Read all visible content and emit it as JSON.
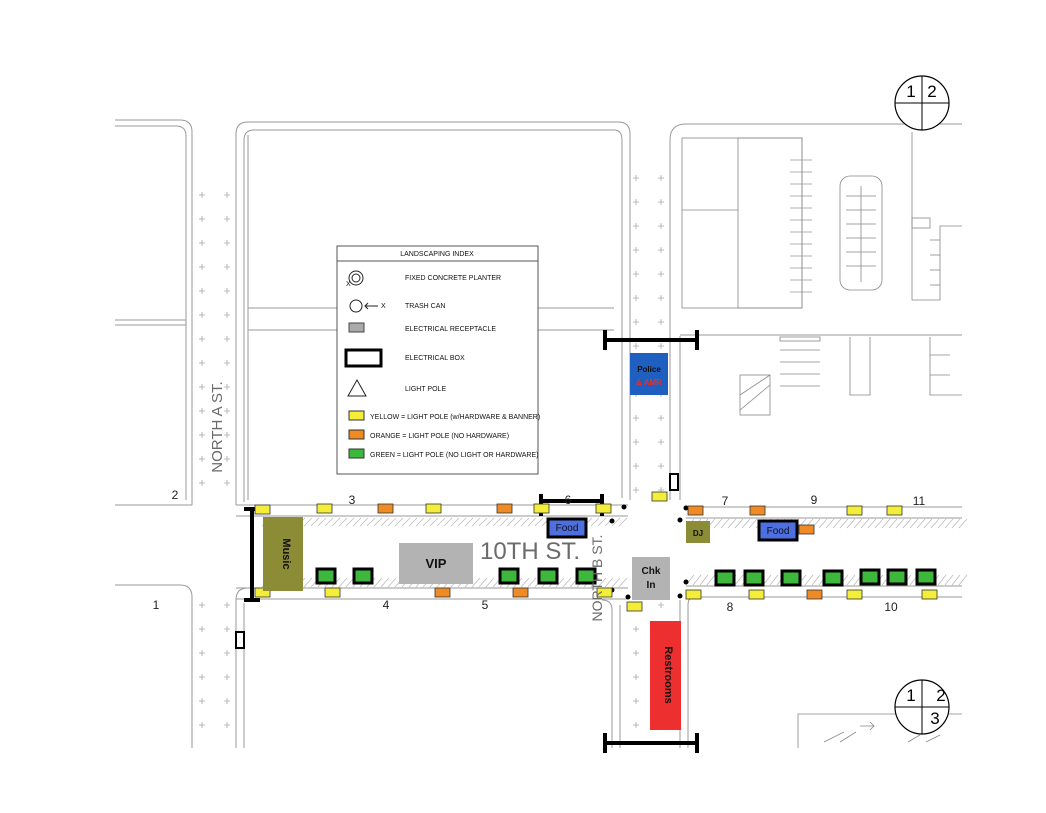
{
  "streets": {
    "north_a": "NORTH A ST.",
    "tenth": "10TH ST.",
    "north_b": "NORTH B ST."
  },
  "legend": {
    "title": "LANDSCAPING INDEX",
    "planter": "FIXED CONCRETE PLANTER",
    "trash": "TRASH CAN",
    "receptacle": "ELECTRICAL RECEPTACLE",
    "box": "ELECTRICAL BOX",
    "pole": "LIGHT POLE",
    "yellow": "YELLOW = LIGHT POLE (w/HARDWARE & BANNER)",
    "orange": "ORANGE = LIGHT POLE (NO HARDWARE)",
    "green": "GREEN = LIGHT POLE (NO LIGHT OR HARDWARE)",
    "x_mark": "X",
    "colors": {
      "yellow": "#f4ee3a",
      "orange": "#f08a24",
      "green": "#3db83d"
    }
  },
  "zones": {
    "music": "Music",
    "vip": "VIP",
    "police_1": "Police",
    "police_2": "& AMR",
    "food_1": "Food",
    "food_2": "Food",
    "dj": "DJ",
    "chk_1": "Chk",
    "chk_2": "In",
    "restrooms": "Restrooms"
  },
  "pole_numbers": [
    "1",
    "2",
    "3",
    "4",
    "5",
    "6",
    "7",
    "8",
    "9",
    "10",
    "11"
  ],
  "sheet_index": {
    "top": {
      "left": "1",
      "right": "2"
    },
    "bottom": {
      "left": "1",
      "right": "2",
      "bottom": "3"
    }
  }
}
